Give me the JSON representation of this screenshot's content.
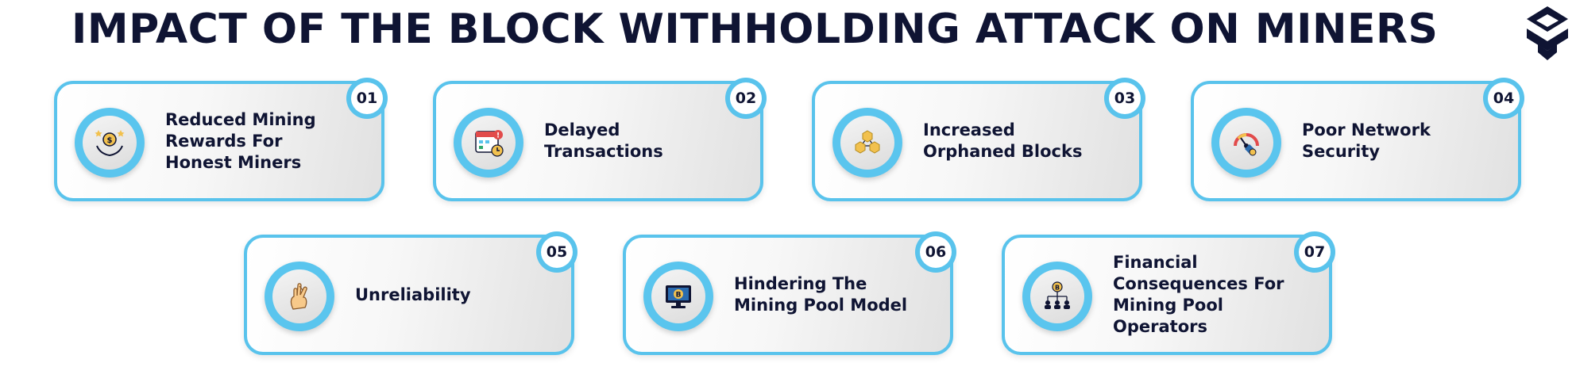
{
  "title": "IMPACT OF THE BLOCK WITHHOLDING ATTACK ON MINERS",
  "cards": [
    {
      "number": "01",
      "label": "Reduced Mining Rewards For Honest Miners",
      "icon": "reward-coin-hands-icon"
    },
    {
      "number": "02",
      "label": "Delayed Transactions",
      "icon": "calendar-clock-icon"
    },
    {
      "number": "03",
      "label": "Increased Orphaned Blocks",
      "icon": "connected-blocks-icon"
    },
    {
      "number": "04",
      "label": "Poor Network Security",
      "icon": "security-gauge-icon"
    },
    {
      "number": "05",
      "label": "Unreliability",
      "icon": "crossed-fingers-icon"
    },
    {
      "number": "06",
      "label": "Hindering The Mining Pool Model",
      "icon": "bitcoin-monitor-icon"
    },
    {
      "number": "07",
      "label": "Financial Consequences For Mining Pool Operators",
      "icon": "bitcoin-network-icon"
    }
  ],
  "colors": {
    "accent": "#59c3ec",
    "text": "#0f1433",
    "gold": "#f2c14e",
    "red": "#e24b4b"
  }
}
